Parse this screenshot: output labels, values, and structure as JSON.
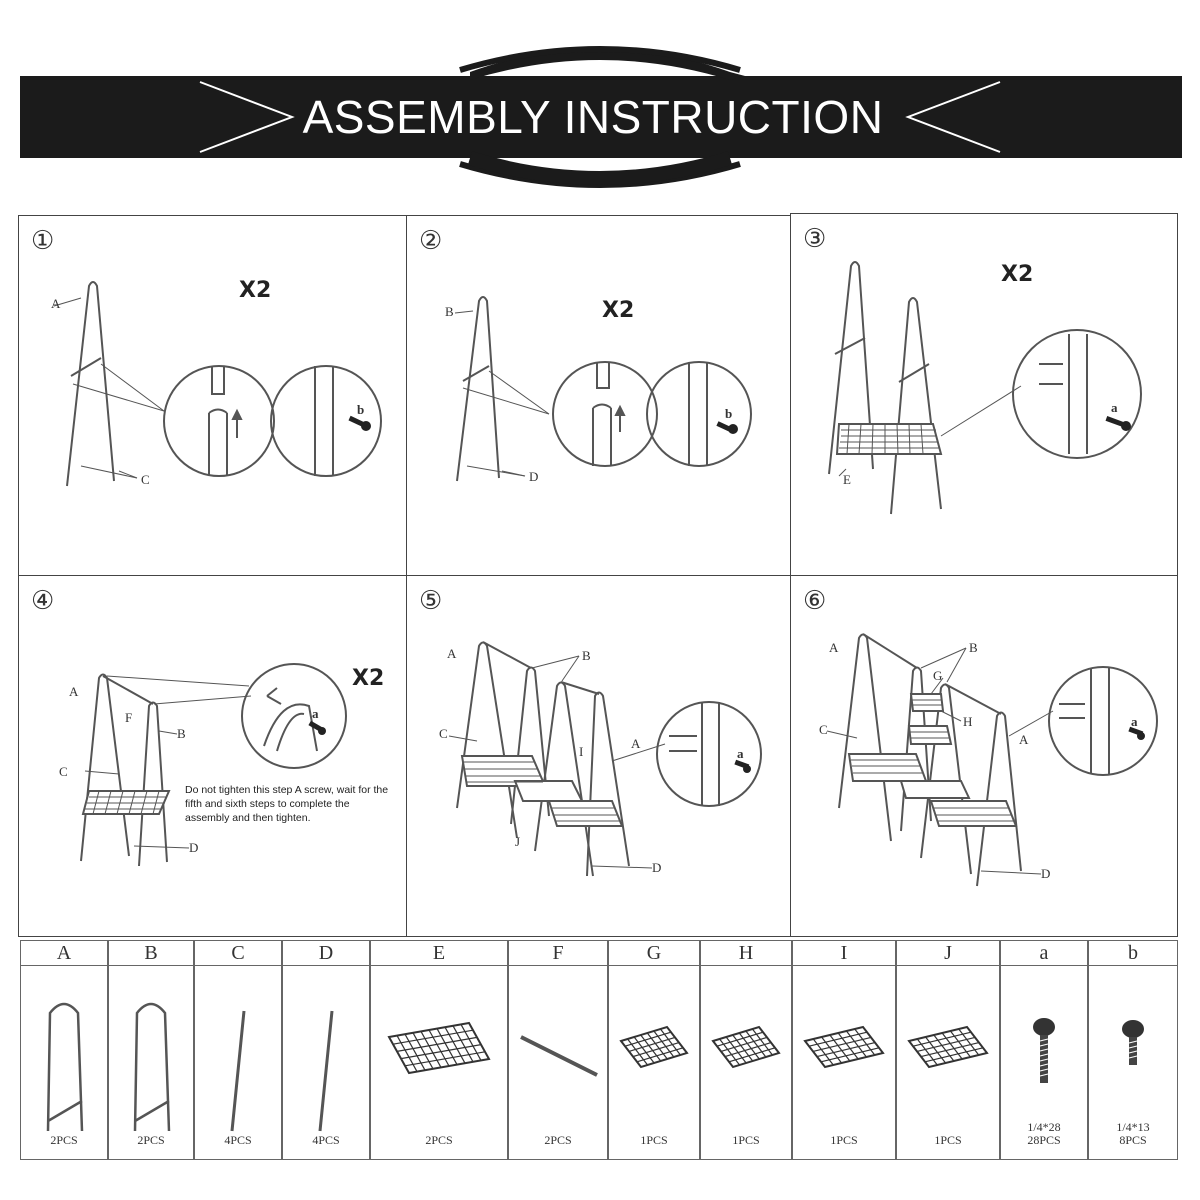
{
  "banner": {
    "title": "ASSEMBLY INSTRUCTION"
  },
  "steps": [
    {
      "number": "①",
      "multiplier": "X2",
      "labels": [
        "A",
        "C",
        "b"
      ]
    },
    {
      "number": "②",
      "multiplier": "X2",
      "labels": [
        "B",
        "D",
        "b"
      ]
    },
    {
      "number": "③",
      "multiplier": "X2",
      "labels": [
        "E",
        "a"
      ]
    },
    {
      "number": "④",
      "multiplier": "X2",
      "labels": [
        "A",
        "F",
        "B",
        "C",
        "D",
        "a"
      ],
      "note": "Do not tighten this step A screw, wait for the fifth and sixth steps to complete the assembly and then tighten."
    },
    {
      "number": "⑤",
      "multiplier": "",
      "labels": [
        "A",
        "B",
        "C",
        "I",
        "A",
        "J",
        "D",
        "a"
      ]
    },
    {
      "number": "⑥",
      "multiplier": "",
      "labels": [
        "A",
        "B",
        "G",
        "H",
        "C",
        "A",
        "D",
        "a"
      ]
    }
  ],
  "parts": [
    {
      "letter": "A",
      "qty": "2PCS",
      "icon": "a-frame-icon"
    },
    {
      "letter": "B",
      "qty": "2PCS",
      "icon": "a-frame-icon"
    },
    {
      "letter": "C",
      "qty": "4PCS",
      "icon": "pole-icon"
    },
    {
      "letter": "D",
      "qty": "4PCS",
      "icon": "pole-icon"
    },
    {
      "letter": "E",
      "qty": "2PCS",
      "icon": "mesh-shelf-icon"
    },
    {
      "letter": "F",
      "qty": "2PCS",
      "icon": "rod-icon"
    },
    {
      "letter": "G",
      "qty": "1PCS",
      "icon": "mesh-shelf-small-icon"
    },
    {
      "letter": "H",
      "qty": "1PCS",
      "icon": "mesh-shelf-small-icon"
    },
    {
      "letter": "I",
      "qty": "1PCS",
      "icon": "mesh-shelf-small-icon"
    },
    {
      "letter": "J",
      "qty": "1PCS",
      "icon": "mesh-shelf-small-icon"
    },
    {
      "letter": "a",
      "qty": "28PCS",
      "size": "1/4*28",
      "icon": "long-screw-icon"
    },
    {
      "letter": "b",
      "qty": "8PCS",
      "size": "1/4*13",
      "icon": "short-screw-icon"
    }
  ]
}
